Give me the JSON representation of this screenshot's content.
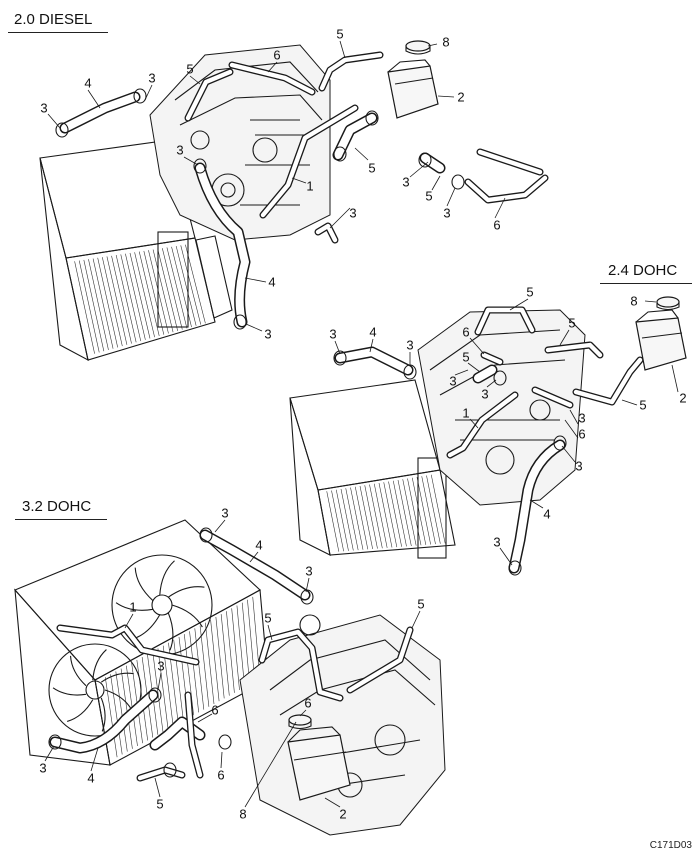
{
  "sections": {
    "diesel": {
      "title": "2.0 DIESEL"
    },
    "dohc24": {
      "title": "2.4 DOHC"
    },
    "dohc32": {
      "title": "3.2 DOHC"
    }
  },
  "callouts": {
    "diesel": [
      "4",
      "3",
      "3",
      "5",
      "6",
      "5",
      "8",
      "2",
      "3",
      "1",
      "5",
      "3",
      "5",
      "3",
      "3",
      "6",
      "4",
      "3"
    ],
    "dohc24": [
      "5",
      "5",
      "8",
      "3",
      "4",
      "3",
      "6",
      "5",
      "3",
      "2",
      "5",
      "3",
      "1",
      "3",
      "6",
      "3",
      "4",
      "3"
    ],
    "dohc32": [
      "3",
      "4",
      "3",
      "1",
      "5",
      "5",
      "3",
      "6",
      "6",
      "4",
      "3",
      "6",
      "5",
      "8",
      "2"
    ]
  },
  "reference": "C171D03"
}
